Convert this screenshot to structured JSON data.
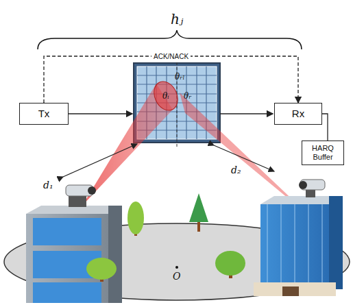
{
  "diagram": {
    "nodes": [
      {
        "text": [
          "Tx"
        ]
      },
      {
        "text": [
          "Rx"
        ]
      },
      {
        "text": [
          "HARQ Buffer"
        ]
      }
    ],
    "edges": [
      {
        "from": 0,
        "to": 1,
        "label": "ACK/NACK",
        "arrow": "both"
      },
      {
        "from": 1,
        "to": 2,
        "arrow": "none"
      }
    ],
    "labels": [
      "hⱼ",
      "θᵣₗ",
      "θᵢ",
      "θᵣ",
      "d₁",
      "d₂",
      "O"
    ]
  }
}
